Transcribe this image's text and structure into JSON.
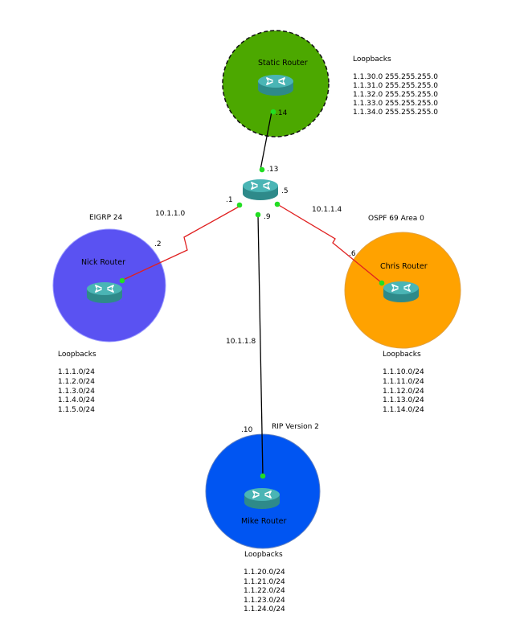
{
  "routers": {
    "static": {
      "name": "Static Router",
      "area_color": "#4ca800"
    },
    "nick": {
      "name": "Nick Router",
      "area_color": "#5a52f2"
    },
    "chris": {
      "name": "Chris Router",
      "area_color": "#ffa200"
    },
    "mike": {
      "name": "Mike Router",
      "area_color": "#0055f2"
    },
    "core": {
      "name": ""
    }
  },
  "protocols": {
    "eigrp": "EIGRP 24",
    "ospf": "OSPF 69 Area 0",
    "rip": "RIP Version 2"
  },
  "networks": {
    "core_nick": "10.1.1.0",
    "core_chris": "10.1.1.4",
    "core_mike": "10.1.1.8"
  },
  "interfaces": {
    "static_side": ".14",
    "core_to_static": ".13",
    "core_to_nick": ".1",
    "core_to_chris": ".5",
    "core_to_mike": ".9",
    "nick_side": ".2",
    "chris_side": ".6",
    "mike_side": ".10"
  },
  "loopbacks": {
    "static": {
      "title": "Loopbacks",
      "items": [
        "1.1.30.0 255.255.255.0",
        "1.1.31.0 255.255.255.0",
        "1.1.32.0 255.255.255.0",
        "1.1.33.0 255.255.255.0",
        "1.1.34.0 255.255.255.0"
      ]
    },
    "nick": {
      "title": "Loopbacks",
      "items": [
        "1.1.1.0/24",
        "1.1.2.0/24",
        "1.1.3.0/24",
        "1.1.4.0/24",
        "1.1.5.0/24"
      ]
    },
    "chris": {
      "title": "Loopbacks",
      "items": [
        "1.1.10.0/24",
        "1.1.11.0/24",
        "1.1.12.0/24",
        "1.1.13.0/24",
        "1.1.14.0/24"
      ]
    },
    "mike": {
      "title": "Loopbacks",
      "items": [
        "1.1.20.0/24",
        "1.1.21.0/24",
        "1.1.22.0/24",
        "1.1.23.0/24",
        "1.1.24.0/24"
      ]
    }
  },
  "colors": {
    "serial_link": "#e02020",
    "ethernet_link": "#000000",
    "interface_dot": "#22dd22",
    "router_body": "#2e8a8a",
    "router_top": "#4ab5b5"
  },
  "icons": {
    "router": "router-icon"
  }
}
